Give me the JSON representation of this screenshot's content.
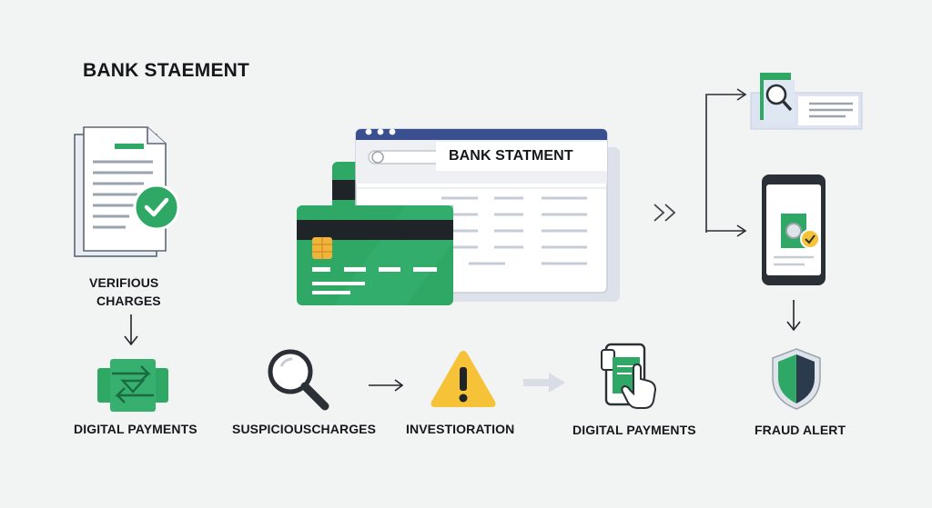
{
  "title": "BANK STAEMENT",
  "window": {
    "title": "BANK STATMENT"
  },
  "labels": {
    "verify": "VERIFIOUS\nCHARGES",
    "verify_line1": "VERIFIOUS",
    "verify_line2": "CHARGES",
    "digital_payments_left": "DIGITAL PAYMENTS",
    "suspicious": "SUSPICIOUSCHARGES",
    "investigation": "INVESTIORATION",
    "digital_payments_right": "DIGITAL PAYMENTS",
    "fraud_alert": "FRAUD ALERT"
  },
  "colors": {
    "green": "#2fa866",
    "green_dark": "#1d7d4b",
    "navy": "#3a4f8f",
    "warning": "#f6c338",
    "shield_dark": "#2b3a4c"
  },
  "icons": [
    "document-check-icon",
    "credit-card-icon",
    "browser-window-icon",
    "double-chevron-icon",
    "document-search-icon",
    "mobile-verify-icon",
    "transfer-icon",
    "magnifier-icon",
    "warning-icon",
    "tap-phone-icon",
    "shield-icon"
  ]
}
